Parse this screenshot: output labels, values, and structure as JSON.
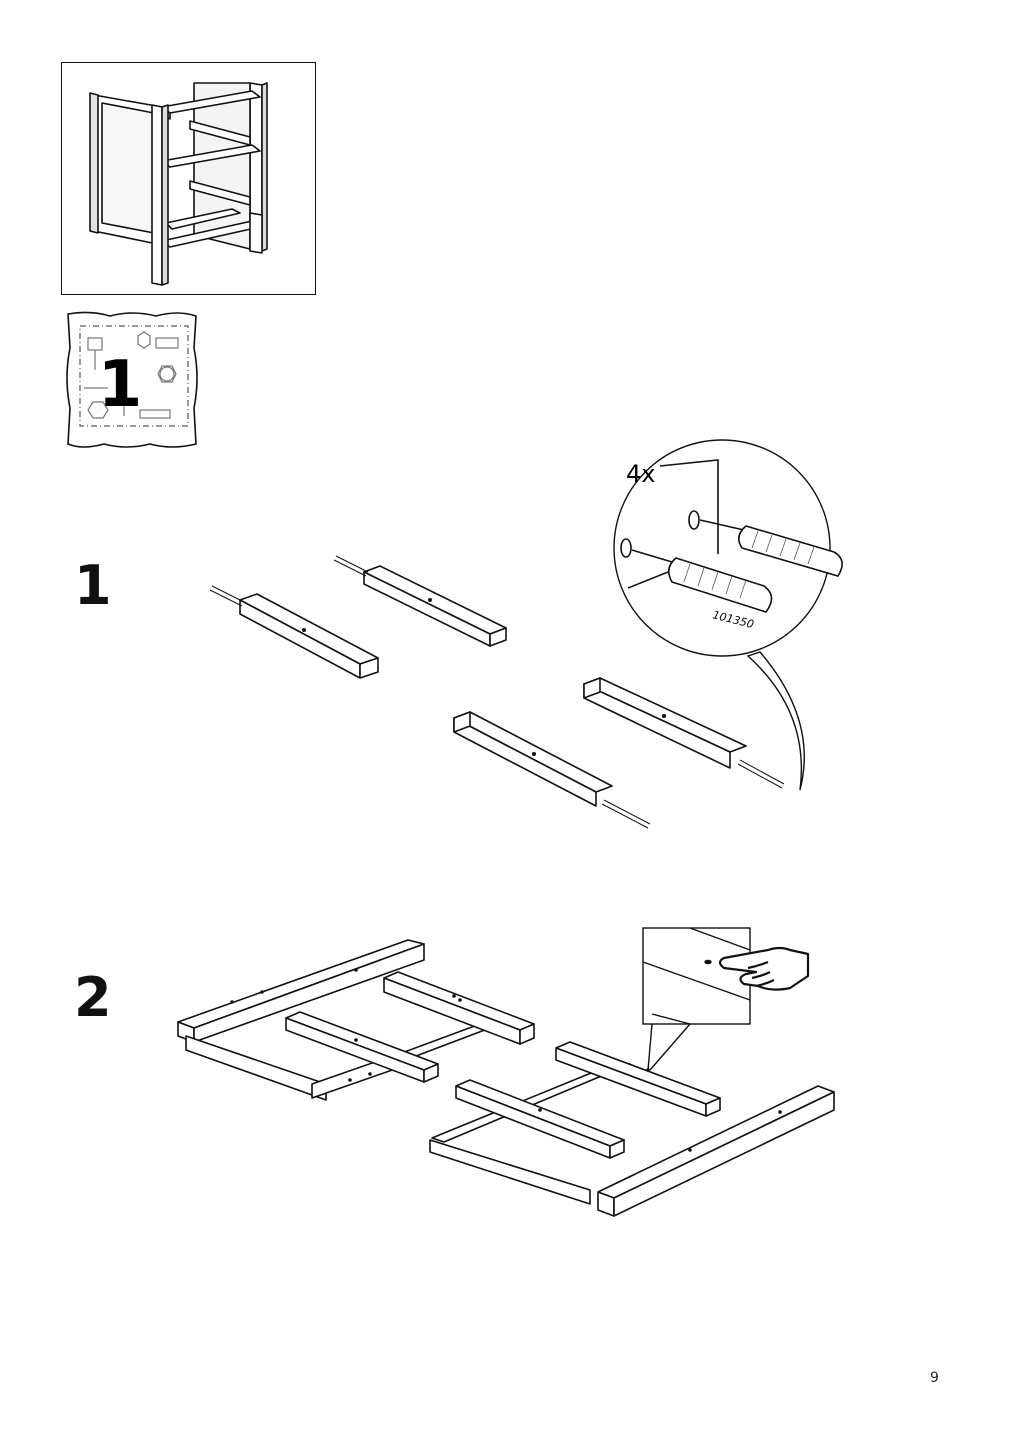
{
  "page": {
    "number": "9"
  },
  "overview": {
    "icon": "cabinet-frame-overview"
  },
  "hardware_bag": {
    "number": "1",
    "icon": "hardware-bag-icon"
  },
  "steps": [
    {
      "number": "1",
      "quantity": "4x",
      "part_number": "101350",
      "icon": "wooden-dowel-icon"
    },
    {
      "number": "2",
      "icon": "pointing-hand-icon"
    }
  ]
}
